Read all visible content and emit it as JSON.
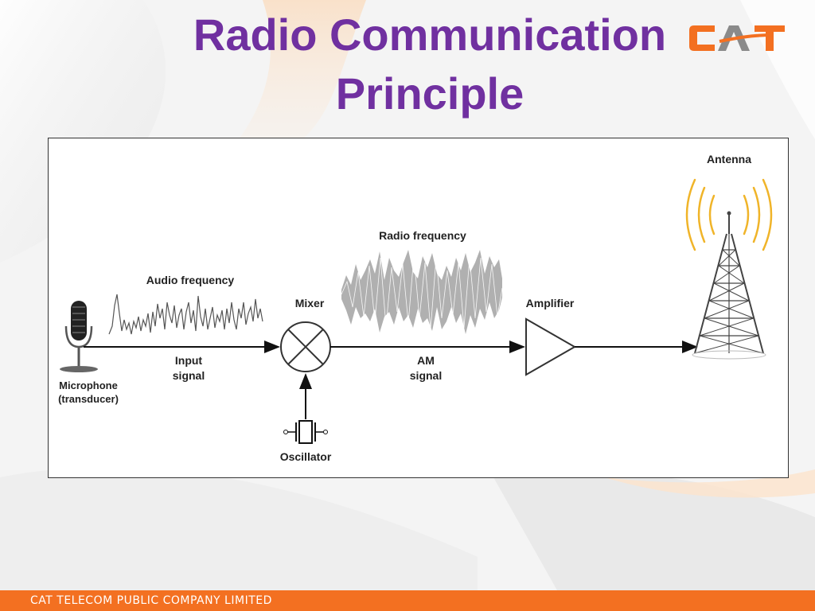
{
  "slide": {
    "title_line1": "Radio Communication",
    "title_line2": "Principle",
    "logo_text": "CAT",
    "footer_text": "CAT TELECOM PUBLIC COMPANY LIMITED"
  },
  "diagram": {
    "labels": {
      "antenna": "Antenna",
      "radio_frequency": "Radio frequency",
      "audio_frequency": "Audio frequency",
      "mixer": "Mixer",
      "amplifier": "Amplifier",
      "input_signal_1": "Input",
      "input_signal_2": "signal",
      "am_signal_1": "AM",
      "am_signal_2": "signal",
      "microphone_1": "Microphone",
      "microphone_2": "(transducer)",
      "oscillator": "Oscillator"
    }
  },
  "colors": {
    "title": "#7030a0",
    "accent_orange": "#f37021",
    "logo_gray": "#8a8a8a",
    "antenna_waves": "#f0b429"
  }
}
